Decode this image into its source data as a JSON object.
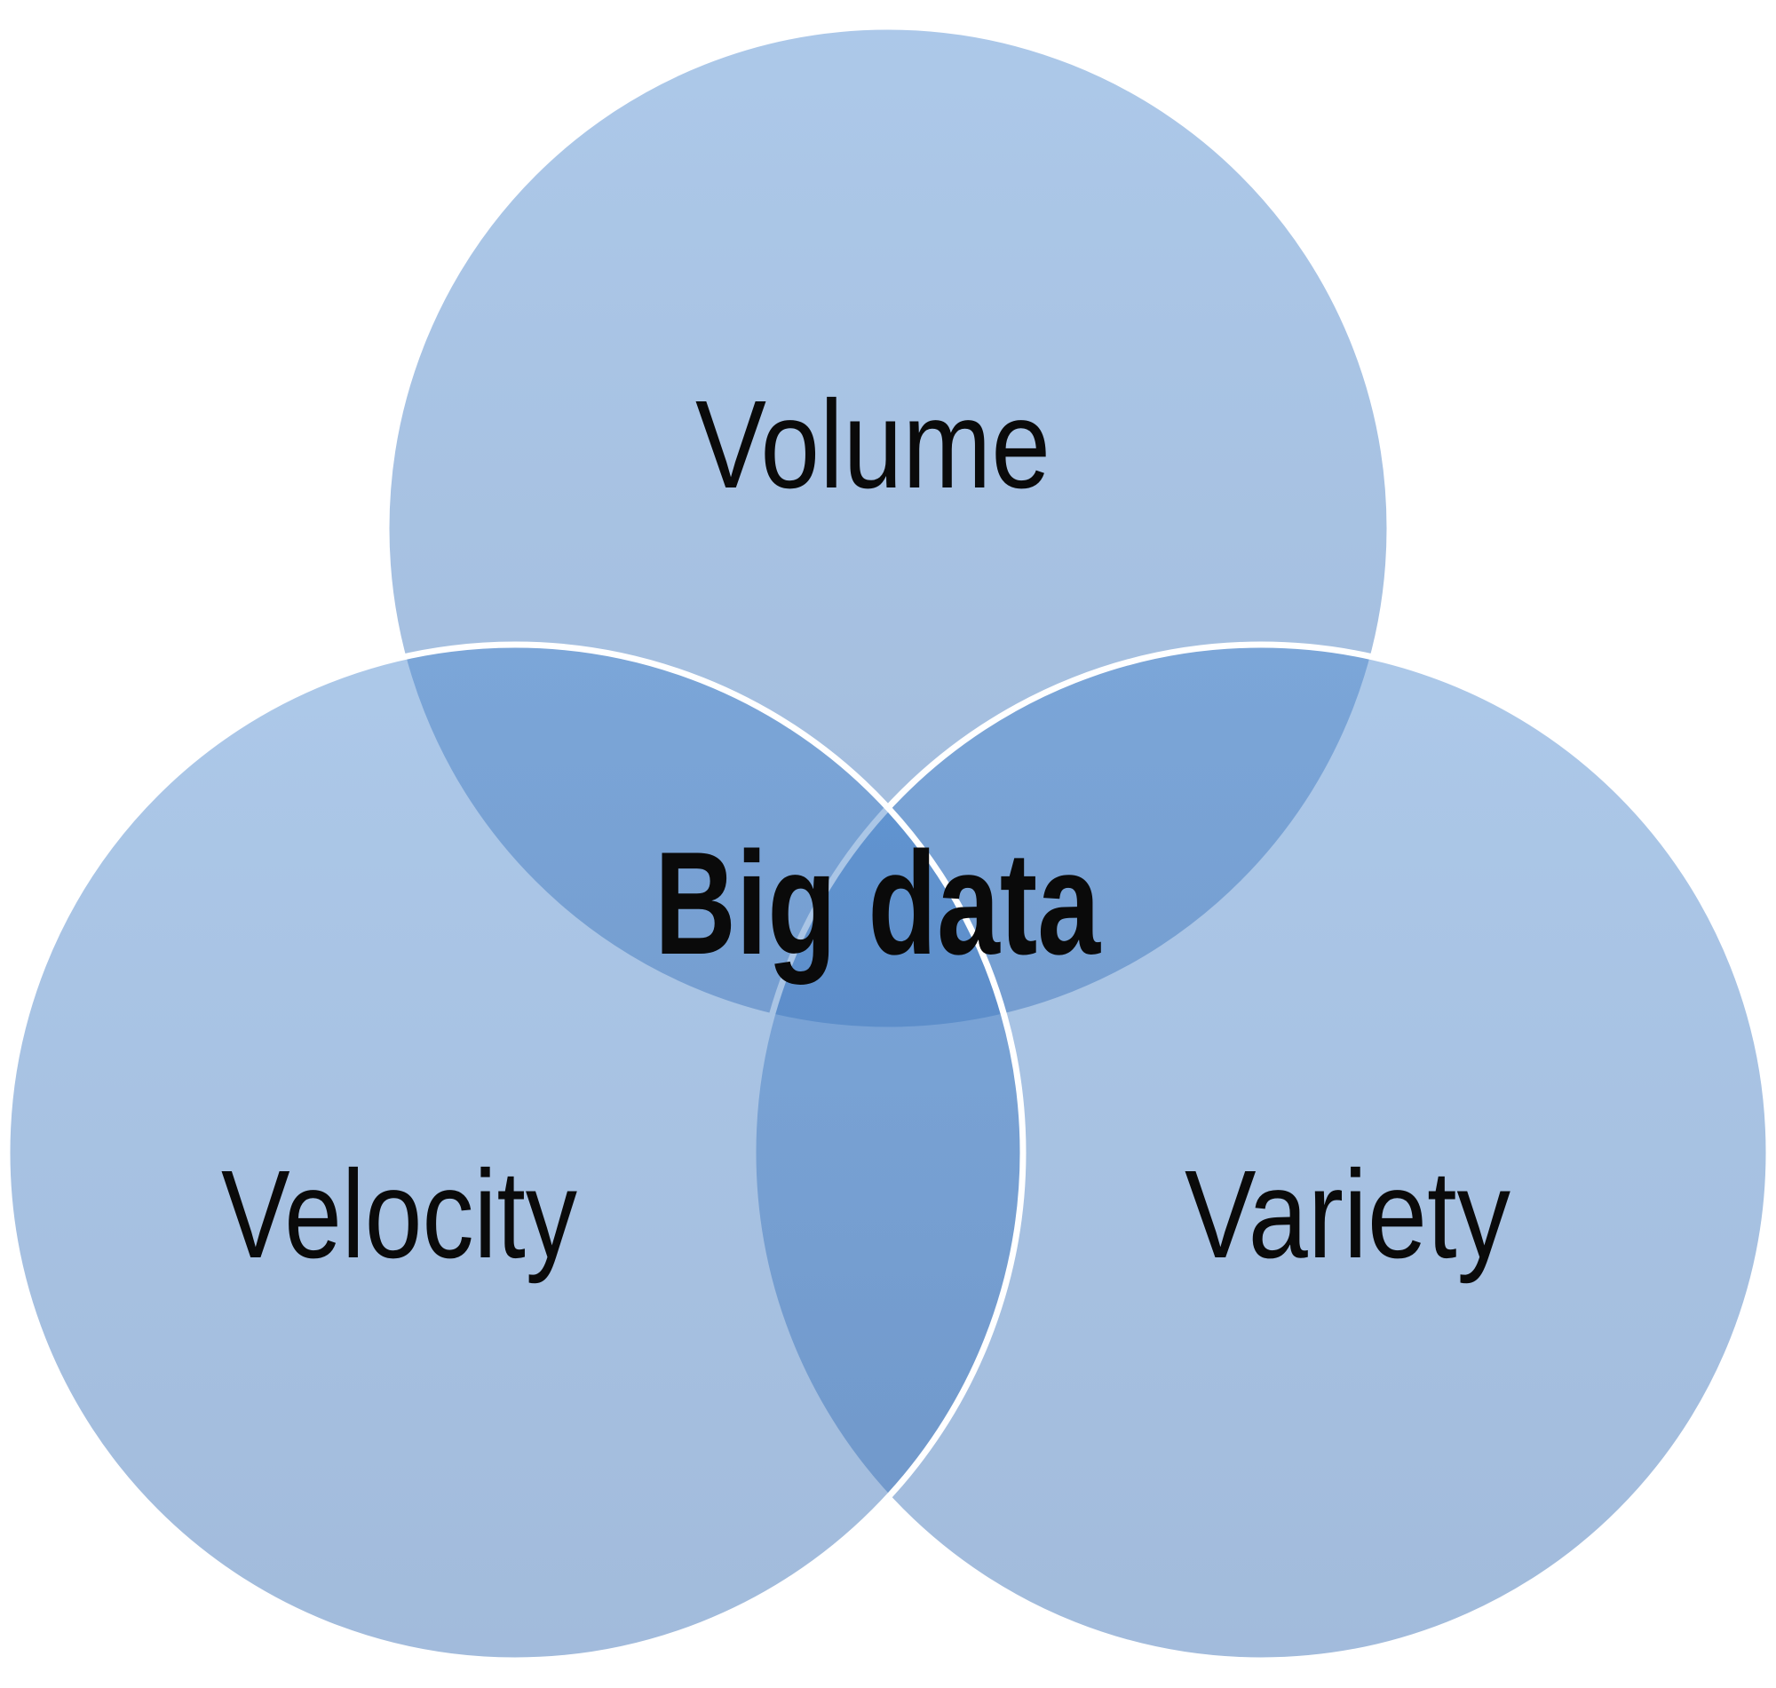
{
  "diagram": {
    "type": "venn",
    "center_label": "Big data",
    "sets": [
      {
        "label": "Volume",
        "position": "top"
      },
      {
        "label": "Velocity",
        "position": "bottom-left"
      },
      {
        "label": "Variety",
        "position": "bottom-right"
      }
    ],
    "colors": {
      "background": "#FFFFFF",
      "circle_fill_top": "#4886CE",
      "circle_fill_bottom": "#3068B0",
      "circle_fill_opacity": "0.45",
      "circle_stroke": "#FFFFFF",
      "label_color": "#0A0A0A",
      "single_overlap_appearance": "#A8C4E5",
      "double_overlap_appearance": "#78A4D7",
      "triple_overlap_appearance": "#5E92CF"
    }
  }
}
